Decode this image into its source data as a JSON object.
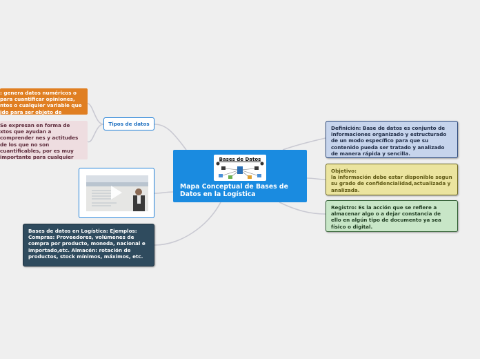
{
  "central": {
    "title": "Mapa Conceptual de Bases de Datos en la Logística",
    "image_title": "Bases de Datos"
  },
  "left": {
    "tipos_label": "Tipos de datos",
    "cuantitativos": ": genera datos numéricos o para cuantificar opiniones, ntos o cualquier variable que ido para ser objeto de estudio",
    "cualitativos": "Se expresan en forma de xtos que ayudan a comprender nes y actitudes de los que no son cuantificables, por  es muy importante para  cualquier investigación",
    "ejemplos": "Bases de datos en Logística: Ejemplos: Compras: Proveedores, volúmenes de compra por producto, moneda, nacional e importado,etc. Almacén: rotación de productos, stock mínimos, máximos, etc."
  },
  "right": {
    "definicion": "Definición: Base de datos es  conjunto de informaciones organizado y estructurado de un modo específico para que su contenido pueda ser tratado y analizado de manera rápida y sencilla.",
    "objetivo_label": "Objetivo:",
    "objetivo_text": "la información debe estar disponible segun su grado de confidencialidad,actualizada y analizada.",
    "registro": "Registro: Es la acción que se refiere a almacenar algo o a dejar constancia de ello en algún tipo de documento ya sea físico o digital."
  },
  "colors": {
    "central": "#1a8be0",
    "definicion": "#c6d4ec",
    "objetivo": "#ebe49f",
    "registro": "#c8e6c7",
    "ejemplos": "#2f4b5e",
    "cuantitativos": "#e07f22",
    "cualitativos": "#eedde0"
  },
  "icons": [
    "database-diagram-image",
    "video-thumbnail",
    "play-icon"
  ]
}
